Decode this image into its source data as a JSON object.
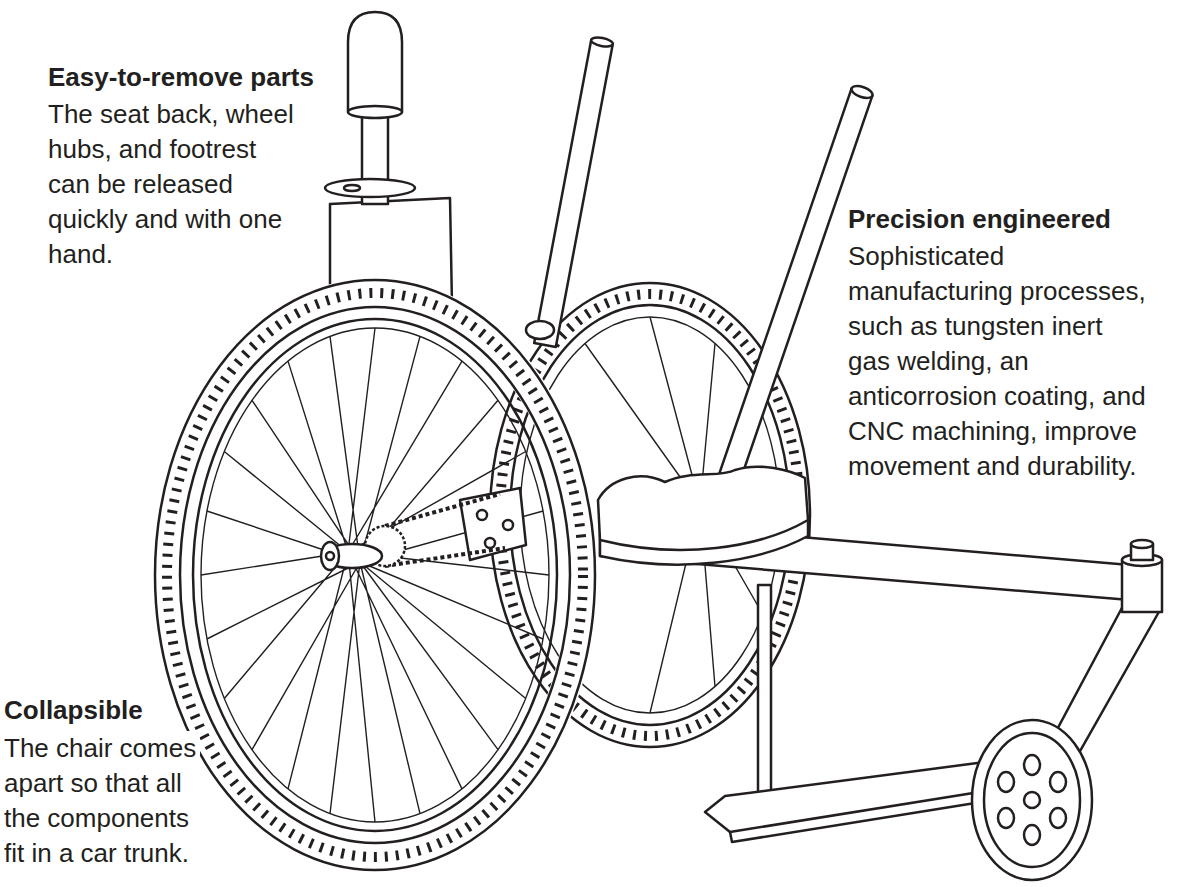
{
  "diagram": {
    "labels": [
      "Easy-to-remove parts",
      "The seat back, wheel hubs, and footrest can be released quickly and with one hand.",
      "Precision engineered",
      "Sophisticated manufacturing processes, such as tungsten inert gas welding, an anticorrosion coating, and CNC machining, improve movement and durability.",
      "Collapsible",
      "The chair comes apart so that all the components fit in a car trunk."
    ]
  }
}
